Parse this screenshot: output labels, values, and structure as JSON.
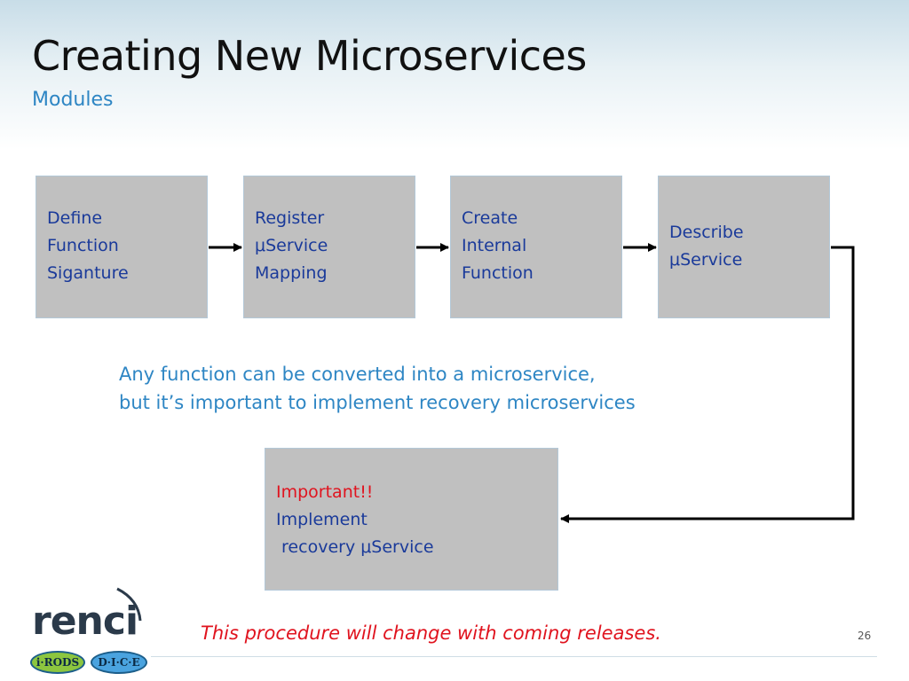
{
  "slide": {
    "title": "Creating New Microservices",
    "subtitle": "Modules",
    "page_number": "26"
  },
  "diagram": {
    "steps": [
      {
        "lines": [
          "Define",
          "Function",
          "Siganture"
        ]
      },
      {
        "lines": [
          "Register",
          "μService",
          "Mapping"
        ]
      },
      {
        "lines": [
          "Create",
          "Internal",
          "Function"
        ]
      },
      {
        "lines": [
          "Describe",
          "μService"
        ]
      }
    ],
    "final_step": {
      "highlight": "Important!!",
      "lines": [
        "Implement",
        " recovery μService"
      ]
    },
    "note": [
      "Any function can  be converted into a microservice,",
      "but it’s important to implement recovery microservices"
    ]
  },
  "footer": {
    "note": "This procedure will change with coming releases."
  },
  "logo": {
    "word_left": "ren",
    "word_right": "ci",
    "badge_irods": "i·RODS",
    "badge_dice": "D·I·C·E"
  },
  "colors": {
    "title": "#111111",
    "accent_blue": "#2e86c4",
    "box_fill": "#c0c0c0",
    "box_text": "#1a3a9a",
    "alert_red": "#e0131e",
    "arrow": "#000000"
  }
}
